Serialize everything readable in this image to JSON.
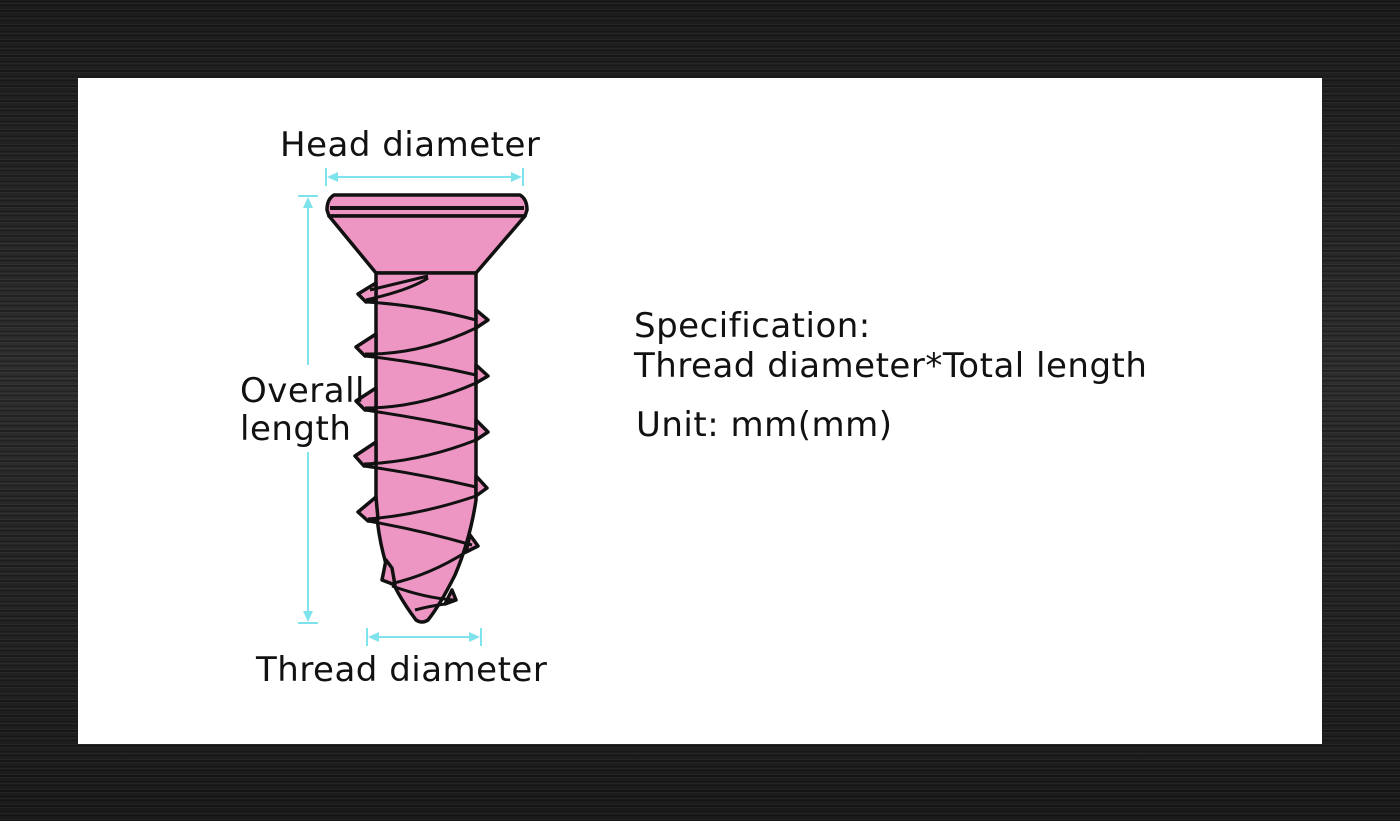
{
  "labels": {
    "head_diameter": "Head diameter",
    "overall_length_line1": "Overall",
    "overall_length_line2": "length",
    "thread_diameter": "Thread diameter"
  },
  "spec": {
    "line1": "Specification:",
    "line2": "Thread diameter*Total length",
    "unit": "Unit: mm(mm)"
  },
  "colors": {
    "screw_fill": "#ee96c3",
    "outline": "#111111",
    "dimension_line": "#7fe3ee",
    "panel": "#ffffff"
  }
}
